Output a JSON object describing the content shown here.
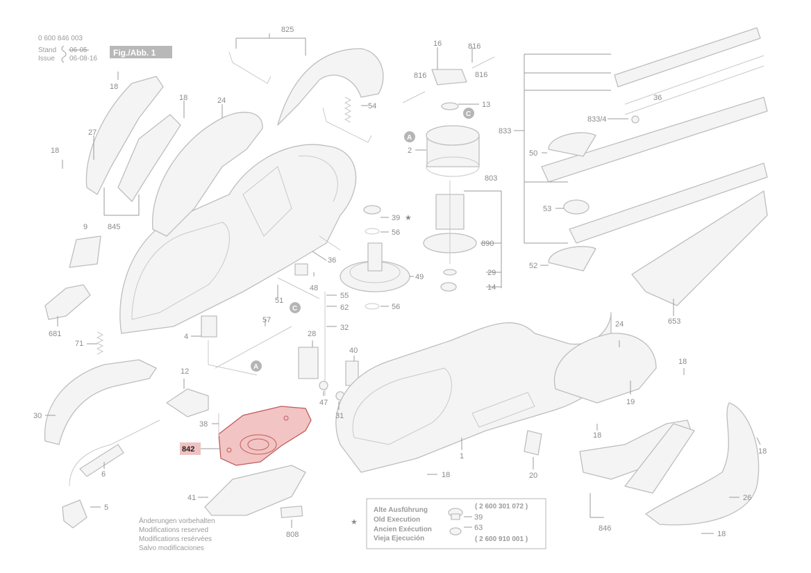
{
  "header": {
    "doc_number": "0 600 846 003",
    "stand_label": "Stand",
    "issue_label": "Issue",
    "stand_date": "06-05",
    "issue_date": "06-08-16",
    "fig_label": "Fig./Abb. 1"
  },
  "highlighted_part": {
    "label": "842",
    "color": "#c25a5a"
  },
  "part_labels": {
    "p825": "825",
    "p16": "16",
    "p816a": "816",
    "p816b": "816",
    "p816c": "816",
    "p13": "13",
    "p54": "54",
    "p24a": "24",
    "p24b": "24",
    "p27": "27",
    "p18a": "18",
    "p18b": "18",
    "p18c": "18",
    "p18d": "18",
    "p18e": "18",
    "p18f": "18",
    "p18g": "18",
    "p18h": "18",
    "p9": "9",
    "p845": "845",
    "p681": "681",
    "p71": "71",
    "p30": "30",
    "p6": "6",
    "p5": "5",
    "p4": "4",
    "p12": "12",
    "p57": "57",
    "p38": "38",
    "p41": "41",
    "p808": "808",
    "p36a": "36",
    "p36b": "36",
    "p51": "51",
    "p48": "48",
    "p55": "55",
    "p62": "62",
    "p32": "32",
    "p28": "28",
    "p40": "40",
    "p47": "47",
    "p31": "31",
    "p39": "39",
    "p56a": "56",
    "p56b": "56",
    "p49": "49",
    "p2": "2",
    "p803": "803",
    "p890": "890",
    "p29": "29",
    "p14": "14",
    "p833": "833",
    "p833_4": "833/4",
    "p50": "50",
    "p53": "53",
    "p52": "52",
    "p653": "653",
    "p1": "1",
    "p20": "20",
    "p19": "19",
    "p26": "26",
    "p846": "846",
    "circle_a": "A",
    "circle_c": "C"
  },
  "footer_notes": [
    "Änderungen vorbehalten",
    "Modifications reserved",
    "Modifications resérvées",
    "Salvo modificaciones"
  ],
  "legend": {
    "star": "★",
    "lines": [
      "Alte Ausführung",
      "Old Execution",
      "Ancien Exécution",
      "Vieja Ejecución"
    ],
    "code_old": "( 2 600 301 072 )",
    "code_new": "( 2 600 910 001 )",
    "part_a": "39",
    "part_b": "63"
  }
}
